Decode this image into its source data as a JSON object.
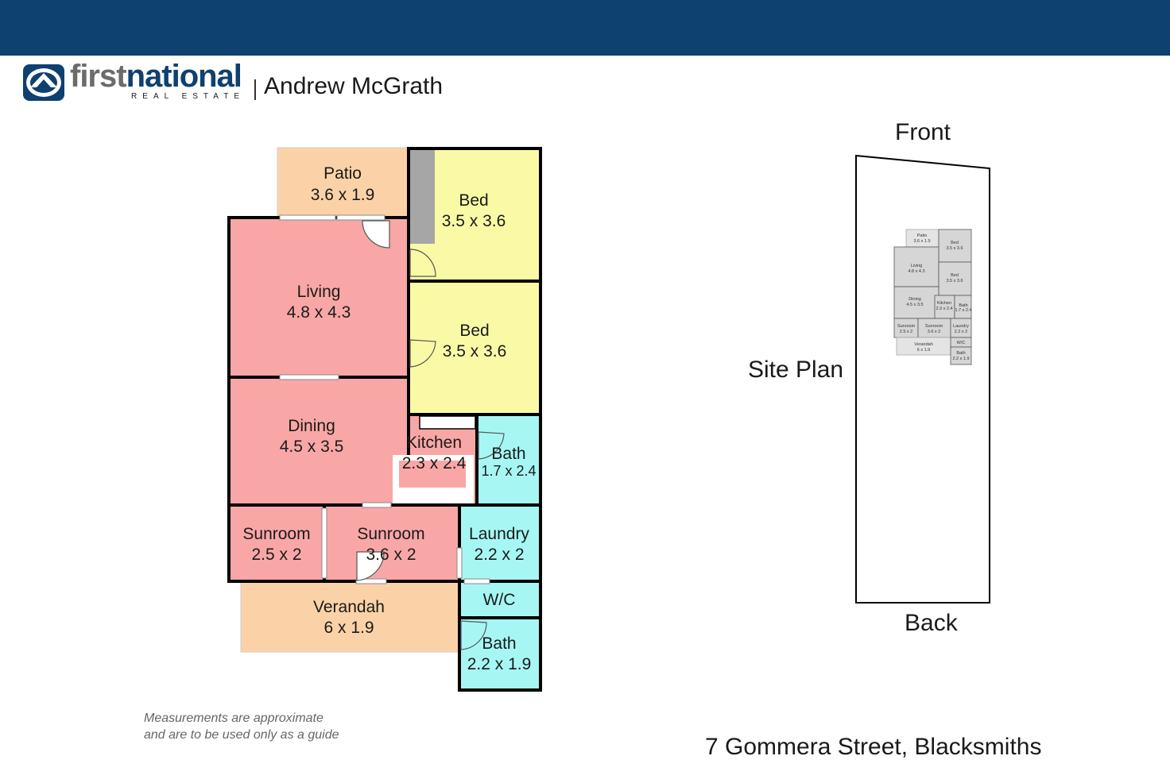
{
  "header": {
    "brand_first": "first",
    "brand_national": "national",
    "brand_sub": "REAL ESTATE",
    "agent": "Andrew McGrath"
  },
  "colors": {
    "topbar": "#0e4070",
    "living": "#f8a7a6",
    "bed": "#fafaa6",
    "wet": "#a6f7f4",
    "outdoor": "#fbd2a7"
  },
  "icons": [
    "first-national-logo-icon"
  ],
  "floorplan": {
    "rooms": [
      {
        "id": "patio",
        "name": "Patio",
        "dims": "3.6 x 1.9"
      },
      {
        "id": "bed1",
        "name": "Bed",
        "dims": "3.5 x 3.6"
      },
      {
        "id": "living",
        "name": "Living",
        "dims": "4.8 x 4.3"
      },
      {
        "id": "bed2",
        "name": "Bed",
        "dims": "3.5 x 3.6"
      },
      {
        "id": "dining",
        "name": "Dining",
        "dims": "4.5 x 3.5"
      },
      {
        "id": "kitchen",
        "name": "Kitchen",
        "dims": "2.3 x 2.4"
      },
      {
        "id": "bath1",
        "name": "Bath",
        "dims": "1.7 x 2.4"
      },
      {
        "id": "sunroom1",
        "name": "Sunroom",
        "dims": "2.5 x 2"
      },
      {
        "id": "sunroom2",
        "name": "Sunroom",
        "dims": "3.6 x 2"
      },
      {
        "id": "laundry",
        "name": "Laundry",
        "dims": "2.2 x 2"
      },
      {
        "id": "wc",
        "name": "W/C",
        "dims": ""
      },
      {
        "id": "verandah",
        "name": "Verandah",
        "dims": "6 x 1.9"
      },
      {
        "id": "bath2",
        "name": "Bath",
        "dims": "2.2 x 1.9"
      }
    ]
  },
  "siteplan": {
    "front": "Front",
    "back": "Back",
    "title": "Site Plan"
  },
  "address": "7 Gommera Street, Blacksmiths",
  "disclaimer": {
    "line1": "Measurements are approximate",
    "line2": "and are to be used only as a guide"
  }
}
